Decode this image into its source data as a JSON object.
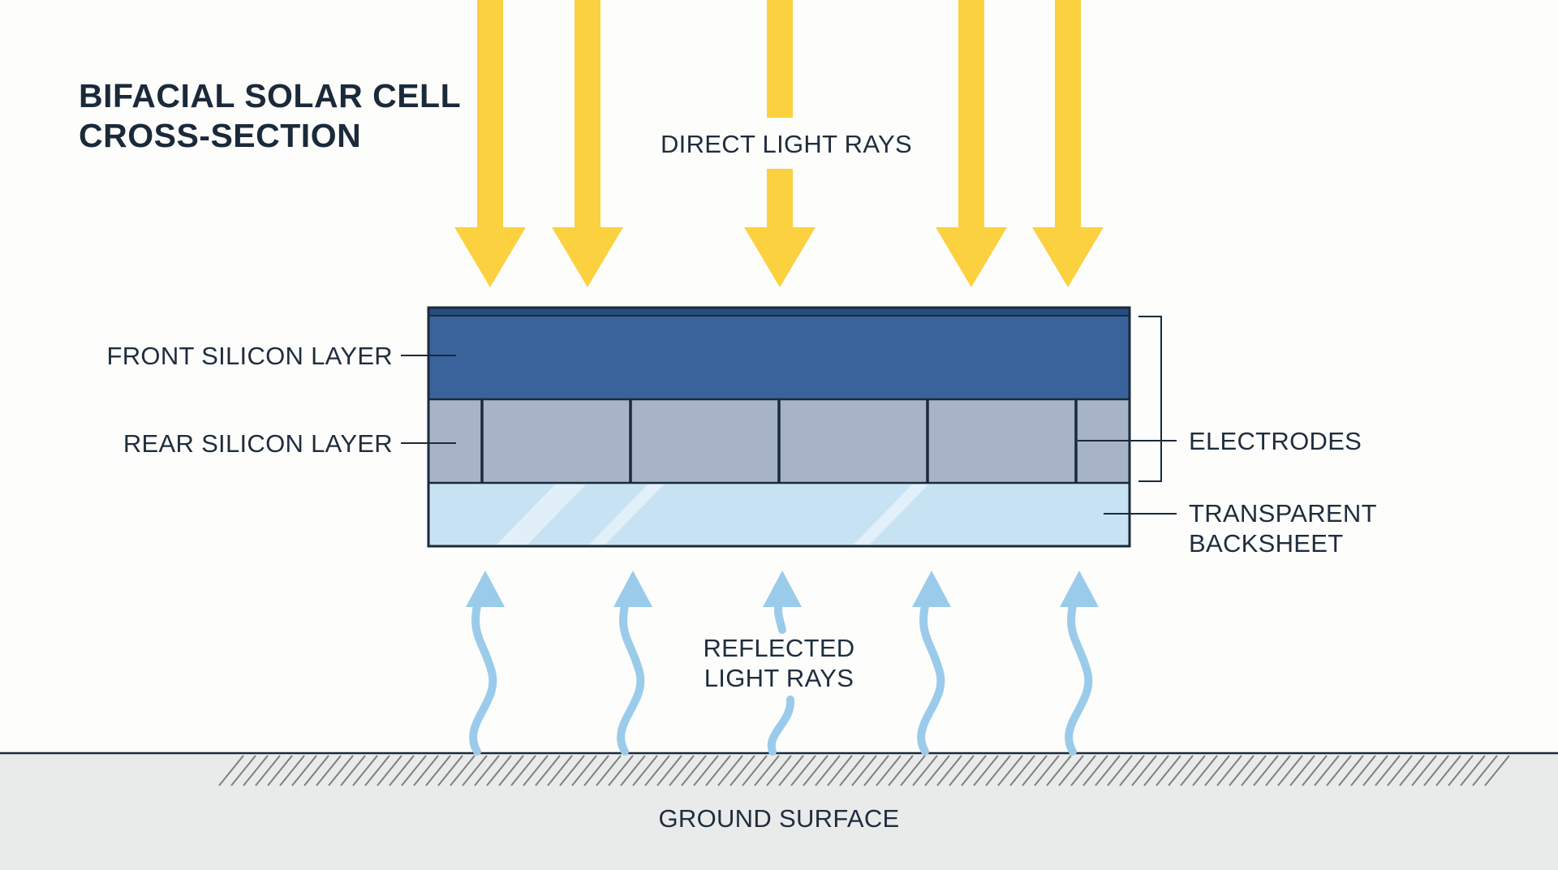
{
  "title": {
    "line1": "BIFACIAL SOLAR CELL",
    "line2": "CROSS-SECTION"
  },
  "labels": {
    "direct_light": "DIRECT LIGHT RAYS",
    "front_layer": "FRONT SILICON LAYER",
    "rear_layer": "REAR SILICON LAYER",
    "electrodes": "ELECTRODES",
    "backsheet_line1": "TRANSPARENT",
    "backsheet_line2": "BACKSHEET",
    "reflected_line1": "REFLECTED",
    "reflected_line2": "LIGHT RAYS",
    "ground": "GROUND SURFACE"
  },
  "colors": {
    "direct_light": "#fcd13f",
    "reflected_light": "#9bcbea",
    "front_silicon": "#3a639c",
    "front_top_strip": "#284d80",
    "rear_silicon": "#a7b4c8",
    "backsheet": "#c7e2f3",
    "outline": "#1b2a3a",
    "ground": "#e9eaea"
  }
}
